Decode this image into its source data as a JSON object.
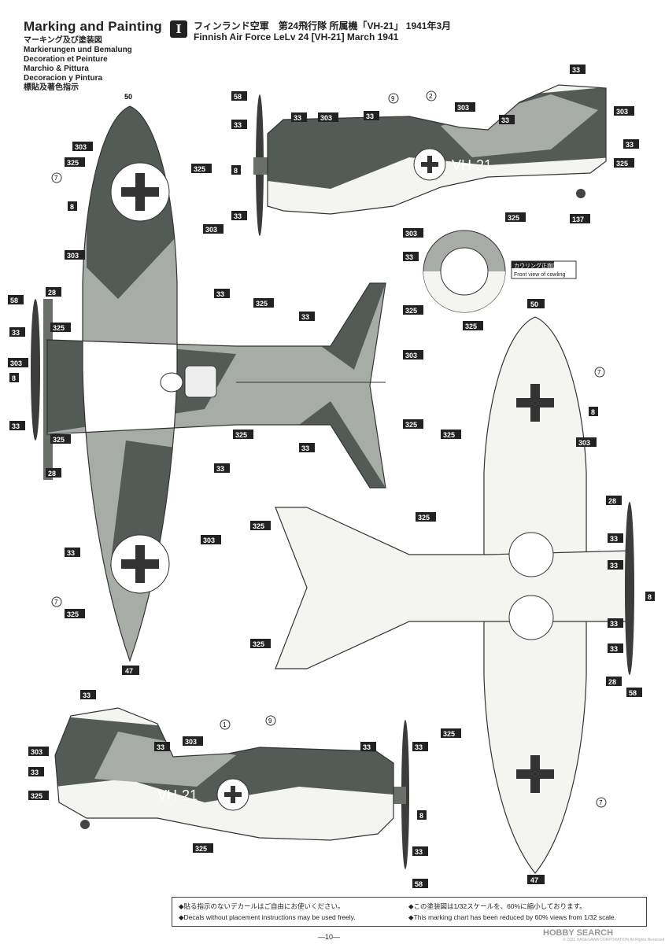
{
  "header": {
    "title": "Marking and Painting",
    "languages": [
      "マーキング及び塗装図",
      "Markierungen und Bemalung",
      "Decoration et Peinture",
      "Marchio & Pittura",
      "Decoracion y Pintura",
      "標貼及著色指示"
    ]
  },
  "variant": {
    "badge": "I",
    "title_jp": "フィンランド空軍　第24飛行隊 所属機「VH-21」 1941年3月",
    "title_en": "Finnish Air Force LeLv 24 [VH-21] March 1941"
  },
  "aircraft": {
    "code": "VH-21"
  },
  "cowling_inset": {
    "jp": "カウリング正面図",
    "en": "Front view of cowling"
  },
  "colors": {
    "camo_dark": "#545a55",
    "camo_light": "#a7aca6",
    "underside": "#f4f4f1",
    "callout_box": "#1c1c1c",
    "line": "#333333"
  },
  "callouts": {
    "top_view": {
      "nose": "50",
      "tail": "47",
      "m8": "8",
      "m58": "58",
      "m28": "28",
      "m33": "33",
      "m303": "303",
      "m325": "325",
      "m7": "7"
    },
    "side_view_upper": {
      "m58": "58",
      "m33": "33",
      "m8": "8",
      "m303": "303",
      "m325": "325",
      "m137": "137",
      "m9": "9",
      "m2": "2"
    },
    "cowling": {
      "m303": "303",
      "m33": "33",
      "m325": "325"
    },
    "bottom_view": {
      "nose": "50",
      "tail": "47",
      "m8": "8",
      "m303": "303",
      "m7": "7",
      "m325": "325",
      "m28": "28",
      "m33": "33",
      "m58": "58"
    },
    "side_view_lower": {
      "m33": "33",
      "m303": "303",
      "m325": "325",
      "m8": "8",
      "m58": "58",
      "m1": "1",
      "m9": "9"
    }
  },
  "notes": {
    "jp_left": "◆貼る指示のないデカールはご自由にお使いください。",
    "en_left": "◆Decals without placement instructions may be used freely.",
    "jp_right": "◆この塗装図は1/32スケールを、60%に縮小しております。",
    "en_right": "◆This marking chart has been reduced by 60% views from 1/32 scale."
  },
  "page_number": "—10—",
  "watermark": {
    "text": "HOBBY SEARCH",
    "credit": "© 2021 HASEGAWA CORPORATION All Rights Reserved"
  }
}
